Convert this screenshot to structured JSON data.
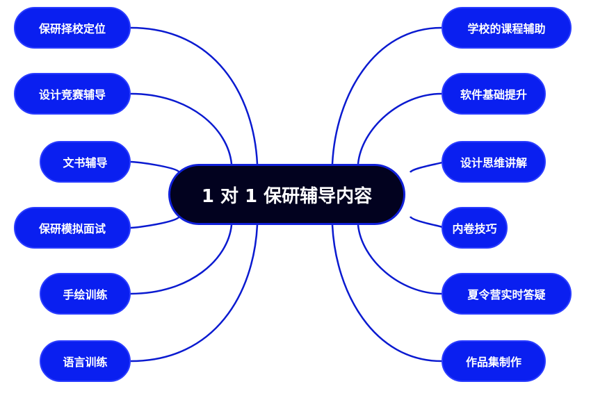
{
  "center": {
    "label": "1 对 1 保研辅导内容"
  },
  "left_nodes": [
    {
      "label": "保研择校定位"
    },
    {
      "label": "设计竞赛辅导"
    },
    {
      "label": "文书辅导"
    },
    {
      "label": "保研模拟面试"
    },
    {
      "label": "手绘训练"
    },
    {
      "label": "语言训练"
    }
  ],
  "right_nodes": [
    {
      "label": "学校的课程辅助"
    },
    {
      "label": "软件基础提升"
    },
    {
      "label": "设计思维讲解"
    },
    {
      "label": "内卷技巧"
    },
    {
      "label": "夏令营实时答疑"
    },
    {
      "label": "作品集制作"
    }
  ],
  "colors": {
    "node": "#0a1ff0",
    "center": "#02021f",
    "line": "#0a1ad0"
  }
}
